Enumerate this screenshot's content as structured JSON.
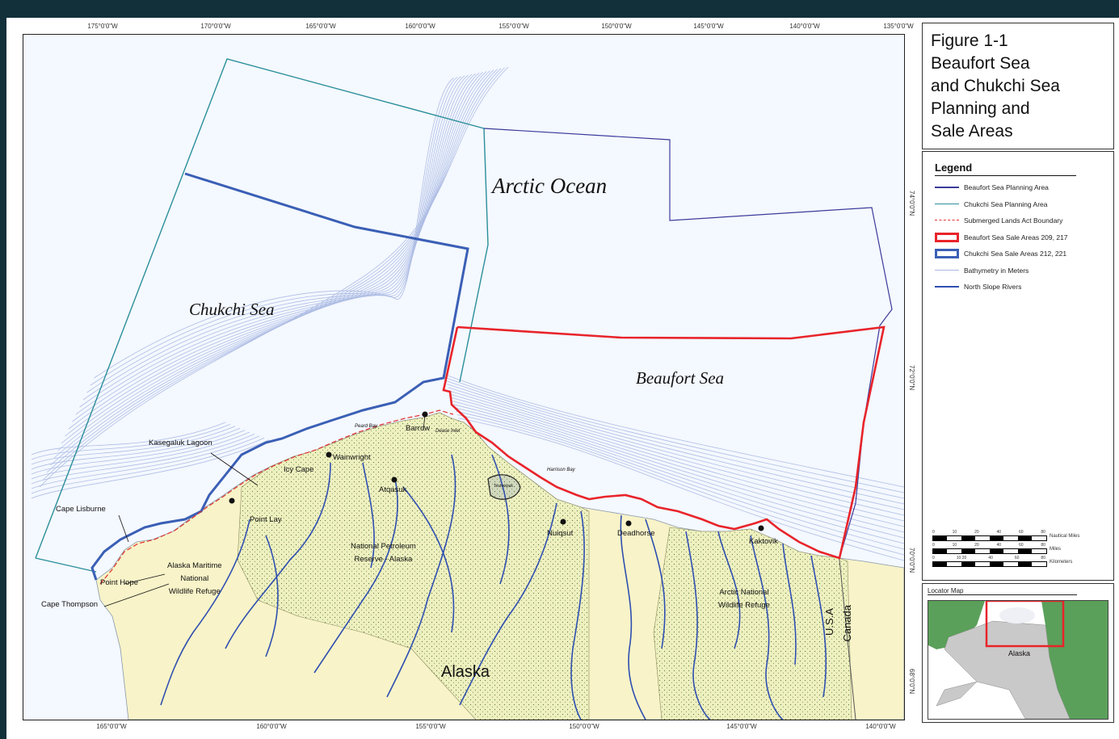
{
  "title": {
    "lines": [
      "Figure 1-1",
      "Beaufort Sea",
      "and Chukchi Sea",
      "Planning and",
      "Sale Areas"
    ]
  },
  "legend": {
    "title": "Legend",
    "items": [
      {
        "label": "Beaufort Sea Planning Area",
        "symbol": "line",
        "color": "#3b3b9a"
      },
      {
        "label": "Chukchi Sea Planning Area",
        "symbol": "line",
        "color": "#2a8f9a"
      },
      {
        "label": "Submerged Lands Act Boundary",
        "symbol": "dashed-line",
        "color": "#e03030"
      },
      {
        "label": "Beaufort Sea Sale Areas  209, 217",
        "symbol": "box",
        "color": "#e8242a"
      },
      {
        "label": "Chukchi Sea Sale Areas 212, 221",
        "symbol": "box",
        "color": "#3a5fb5"
      },
      {
        "label": "Bathymetry in Meters",
        "symbol": "line",
        "color": "#a9b8e0"
      },
      {
        "label": "North Slope Rivers",
        "symbol": "line",
        "color": "#2f4fb0"
      }
    ],
    "scales": [
      {
        "numbers": [
          "0",
          "10",
          "20",
          "40",
          "60",
          "80"
        ],
        "unit": "Nautical Miles"
      },
      {
        "numbers": [
          "0",
          "10",
          "20",
          "40",
          "60",
          "80"
        ],
        "unit": "Miles"
      },
      {
        "numbers": [
          "0",
          "10 20",
          "40",
          "60",
          "80"
        ],
        "unit": "Kilometers"
      }
    ]
  },
  "locator": {
    "title": "Locator Map",
    "label": "Alaska"
  },
  "axes": {
    "top_lon": [
      "175°0'0\"W",
      "170°0'0\"W",
      "165°0'0\"W",
      "160°0'0\"W",
      "155°0'0\"W",
      "150°0'0\"W",
      "145°0'0\"W",
      "140°0'0\"W",
      "135°0'0\"W"
    ],
    "bottom_lon": [
      "165°0'0\"W",
      "160°0'0\"W",
      "155°0'0\"W",
      "150°0'0\"W",
      "145°0'0\"W",
      "140°0'0\"W"
    ],
    "left_lat": [
      "74°0'0\"N",
      "72°0'0\"N",
      "70°0'0\"N",
      "68°0'0\"N"
    ],
    "right_lat": [
      "74°0'0\"N",
      "72°0'0\"N",
      "70°0'0\"N",
      "68°0'0\"N"
    ]
  },
  "oceans": {
    "arctic": "Arctic Ocean",
    "chukchi": "Chukchi Sea",
    "beaufort": "Beaufort Sea"
  },
  "places": {
    "kasegaluk": "Kasegaluk Lagoon",
    "cape_lisburne": "Cape Lisburne",
    "point_hope": "Point Hope",
    "cape_thompson": "Cape Thompson",
    "alaska_maritime": "Alaska Maritime\nNational\nWildlife Refuge",
    "point_lay": "Point Lay",
    "icy_cape": "Icy Cape",
    "wainwright": "Wainwright",
    "barrow": "Barrow",
    "peard_bay": "Peard Bay",
    "dease_inlet": "Dease Inlet",
    "atqasuk": "Atqasuk",
    "teshekpuk": "Teshekpuk",
    "harrison_bay": "Harrison Bay",
    "npra": "National Petroleum\nReserve - Alaska",
    "nuiqsut": "Nuiqsut",
    "deadhorse": "Deadhorse",
    "kaktovik": "Kaktovik",
    "anwr": "Arctic National\nWildlife Refuge",
    "alaska": "Alaska",
    "usa": "U.S.A",
    "canada": "Canada"
  },
  "colors": {
    "land": "#f8f3c8",
    "refuge_land": "#f0f0c0",
    "ocean": "#f4f8ff",
    "bathymetry": "#aebde4",
    "rivers": "#2f4fb0",
    "beaufort_sale": "#e8242a",
    "chukchi_sale": "#3a5fb5",
    "beaufort_planning": "#3b3b9a",
    "chukchi_planning": "#2a8f9a",
    "locator_land": "#5aa05a",
    "locator_ocean": "#ffffff"
  }
}
